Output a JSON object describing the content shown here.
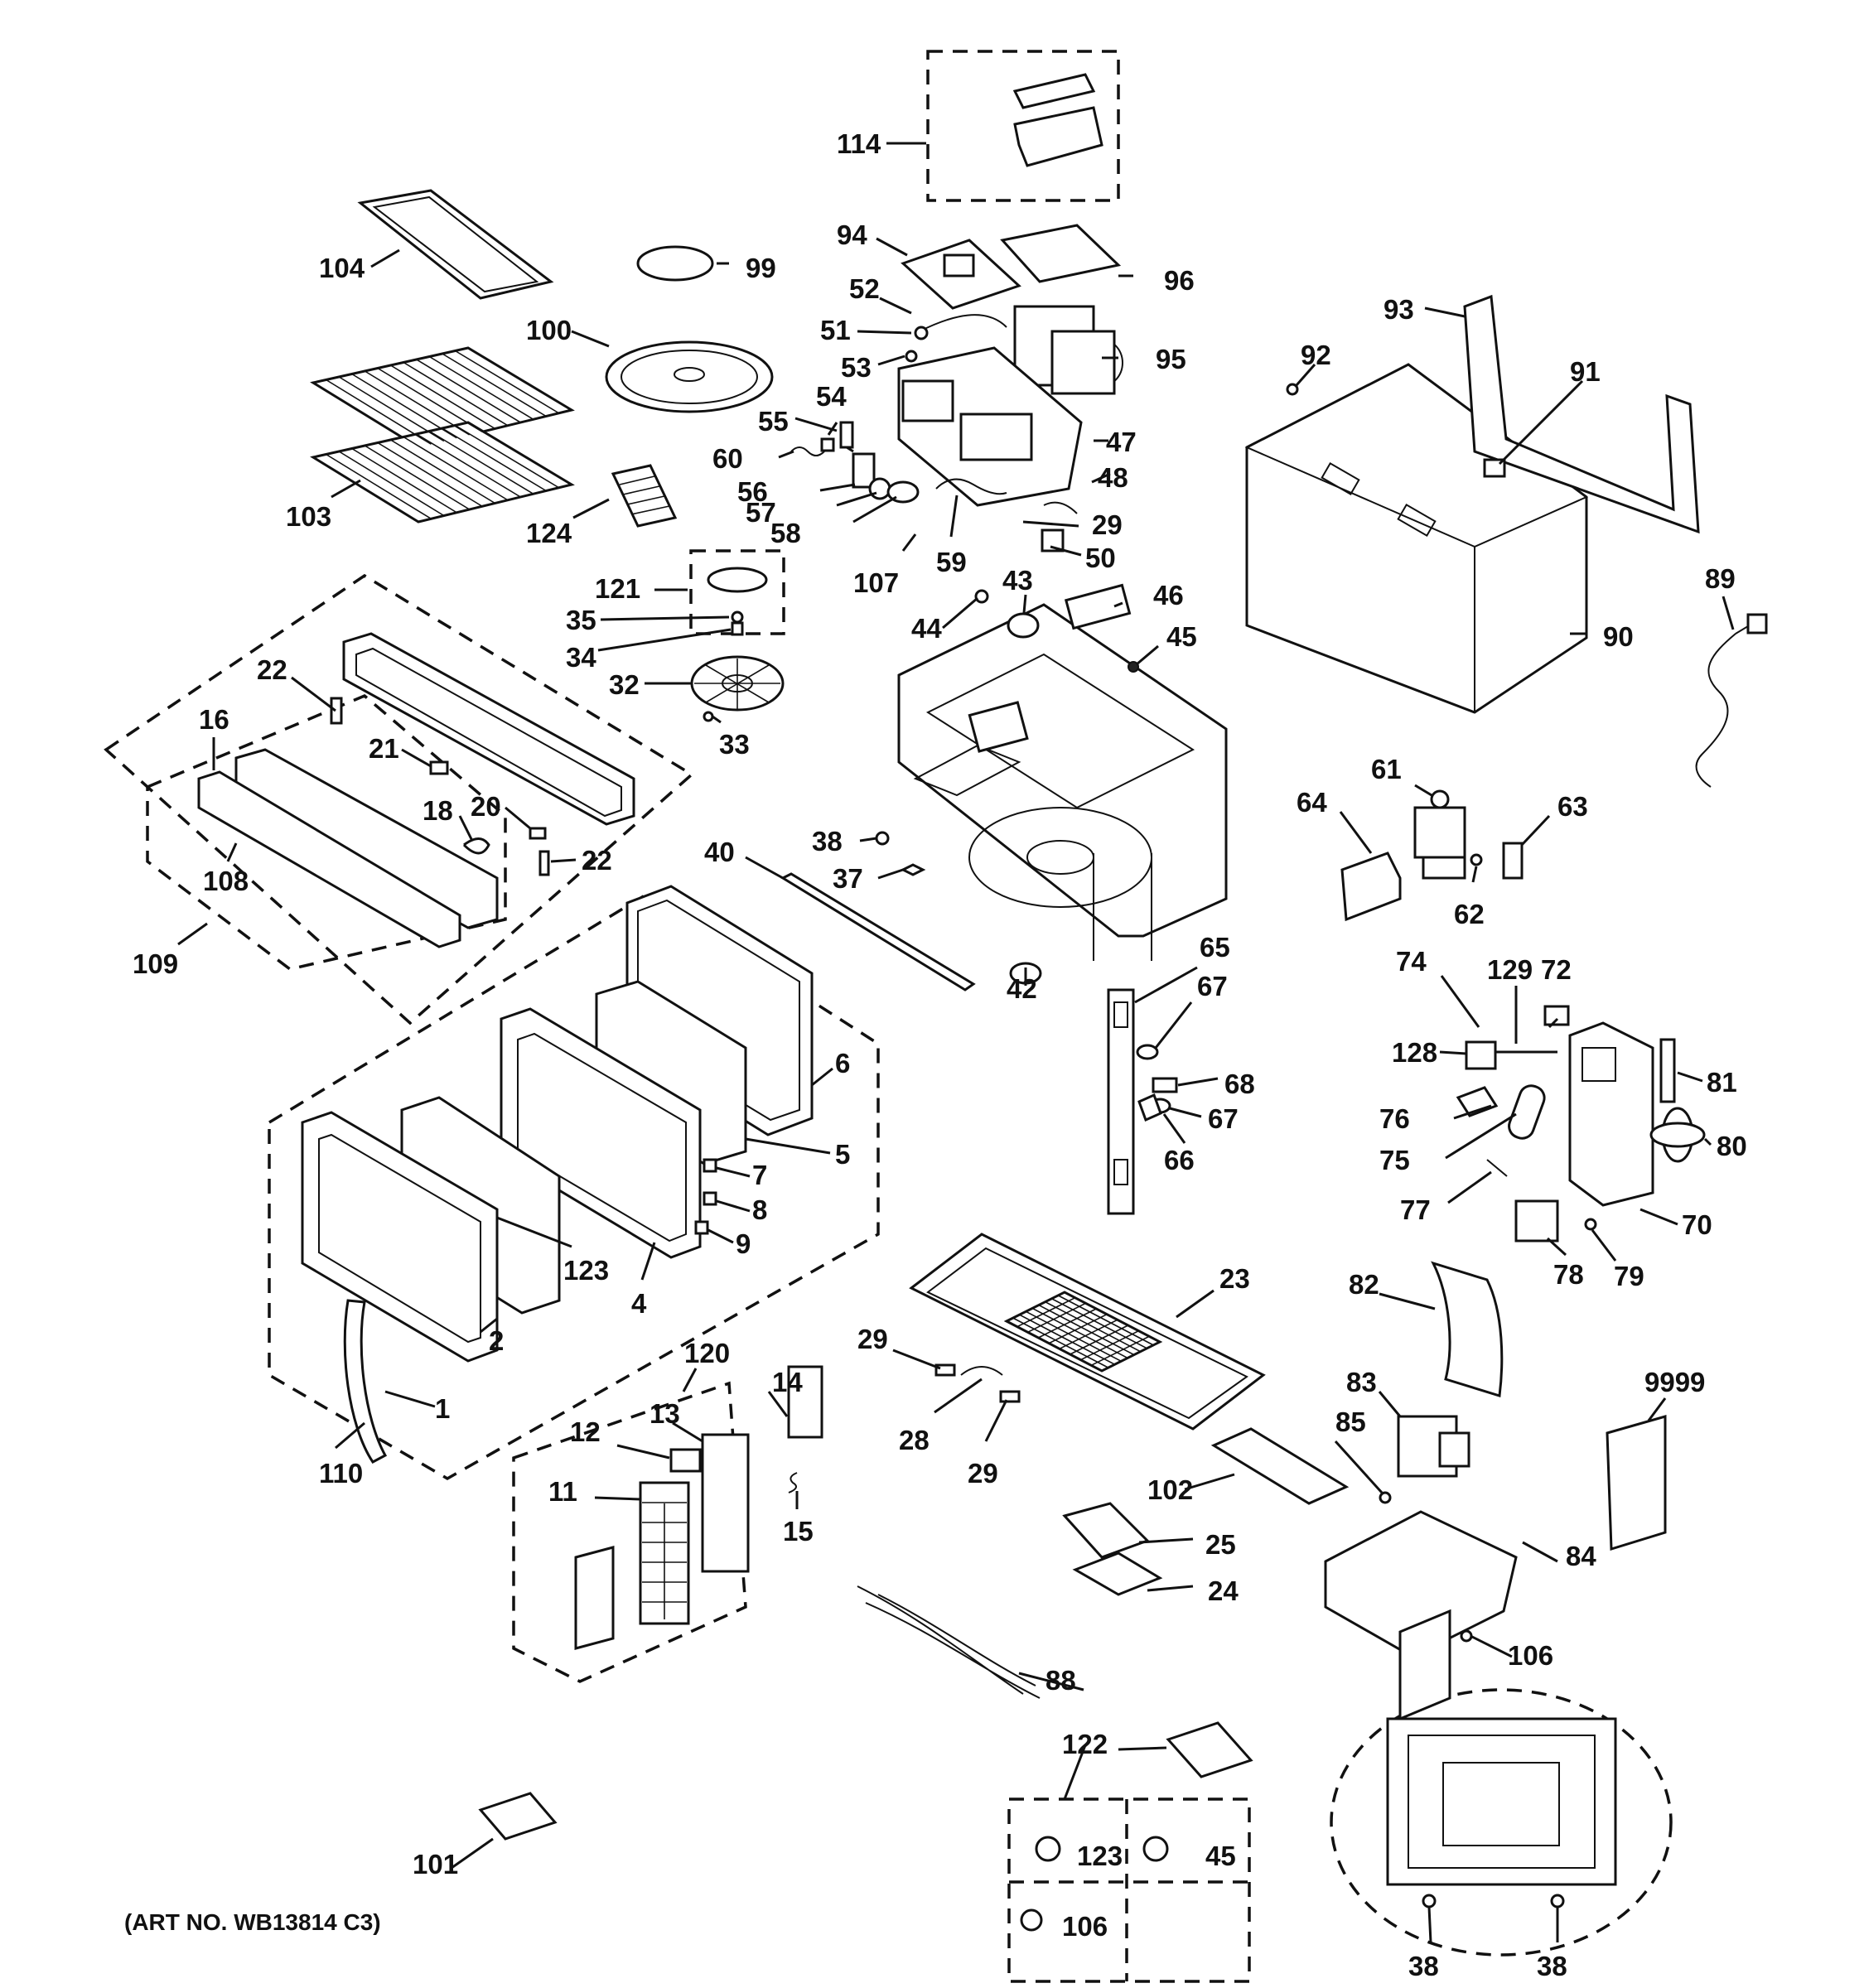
{
  "art_number": "(ART NO. WB13814 C3)",
  "callouts": [
    "114",
    "104",
    "99",
    "94",
    "96",
    "100",
    "52",
    "51",
    "53",
    "95",
    "55",
    "54",
    "47",
    "60",
    "56",
    "57",
    "58",
    "48",
    "29",
    "50",
    "103",
    "124",
    "107",
    "59",
    "93",
    "92",
    "91",
    "89",
    "90",
    "121",
    "35",
    "34",
    "32",
    "33",
    "43",
    "44",
    "46",
    "45",
    "22",
    "16",
    "21",
    "18",
    "20",
    "22",
    "108",
    "109",
    "40",
    "38",
    "37",
    "42",
    "64",
    "61",
    "63",
    "62",
    "65",
    "67",
    "68",
    "67",
    "66",
    "74",
    "129",
    "72",
    "128",
    "81",
    "76",
    "75",
    "80",
    "77",
    "70",
    "78",
    "79",
    "6",
    "5",
    "7",
    "8",
    "9",
    "4",
    "123",
    "2",
    "1",
    "110",
    "23",
    "29",
    "28",
    "29",
    "102",
    "25",
    "24",
    "82",
    "83",
    "85",
    "84",
    "106",
    "9999",
    "120",
    "14",
    "13",
    "12",
    "11",
    "15",
    "88",
    "122",
    "123",
    "45",
    "106",
    "101",
    "38",
    "38"
  ]
}
